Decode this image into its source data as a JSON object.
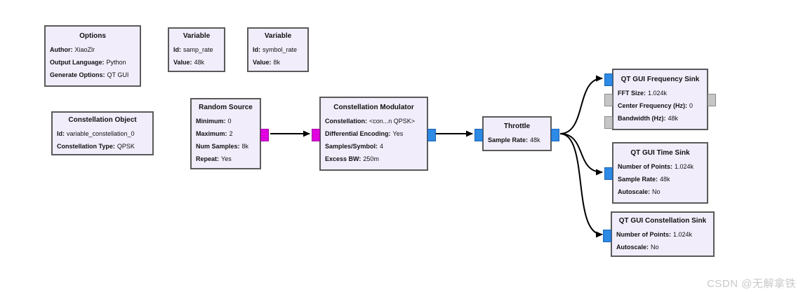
{
  "colors": {
    "block_fill": "#f1edfb",
    "block_border": "#5a5a5a",
    "port_complex": "#2d8ae5",
    "port_byte": "#e000e0",
    "port_disabled": "#c6c6c6",
    "wire": "#000000",
    "watermark_text": "#c9c9c9"
  },
  "watermark": "CSDN @无解拿铁",
  "blocks": [
    {
      "title": "Options",
      "params": [
        {
          "label": "Author:",
          "value": "XiaoZlr"
        },
        {
          "label": "Output Language:",
          "value": "Python"
        },
        {
          "label": "Generate Options:",
          "value": "QT GUI"
        }
      ]
    },
    {
      "title": "Variable",
      "params": [
        {
          "label": "Id:",
          "value": "samp_rate"
        },
        {
          "label": "Value:",
          "value": "48k"
        }
      ]
    },
    {
      "title": "Variable",
      "params": [
        {
          "label": "Id:",
          "value": "symbol_rate"
        },
        {
          "label": "Value:",
          "value": "8k"
        }
      ]
    },
    {
      "title": "Constellation Object",
      "params": [
        {
          "label": "Id:",
          "value": "variable_constellation_0"
        },
        {
          "label": "Constellation Type:",
          "value": "QPSK"
        }
      ]
    },
    {
      "title": "Random Source",
      "params": [
        {
          "label": "Minimum:",
          "value": "0"
        },
        {
          "label": "Maximum:",
          "value": "2"
        },
        {
          "label": "Num Samples:",
          "value": "8k"
        },
        {
          "label": "Repeat:",
          "value": "Yes"
        }
      ]
    },
    {
      "title": "Constellation Modulator",
      "params": [
        {
          "label": "Constellation:",
          "value": "<con...n QPSK>"
        },
        {
          "label": "Differential Encoding:",
          "value": "Yes"
        },
        {
          "label": "Samples/Symbol:",
          "value": "4"
        },
        {
          "label": "Excess BW:",
          "value": "250m"
        }
      ]
    },
    {
      "title": "Throttle",
      "params": [
        {
          "label": "Sample Rate:",
          "value": "48k"
        }
      ]
    },
    {
      "title": "QT GUI Frequency Sink",
      "params": [
        {
          "label": "FFT Size:",
          "value": "1.024k"
        },
        {
          "label": "Center Frequency (Hz):",
          "value": "0"
        },
        {
          "label": "Bandwidth (Hz):",
          "value": "48k"
        }
      ]
    },
    {
      "title": "QT GUI Time Sink",
      "params": [
        {
          "label": "Number of Points:",
          "value": "1.024k"
        },
        {
          "label": "Sample Rate:",
          "value": "48k"
        },
        {
          "label": "Autoscale:",
          "value": "No"
        }
      ]
    },
    {
      "title": "QT GUI Constellation Sink",
      "params": [
        {
          "label": "Number of Points:",
          "value": "1.024k"
        },
        {
          "label": "Autoscale:",
          "value": "No"
        }
      ]
    }
  ]
}
